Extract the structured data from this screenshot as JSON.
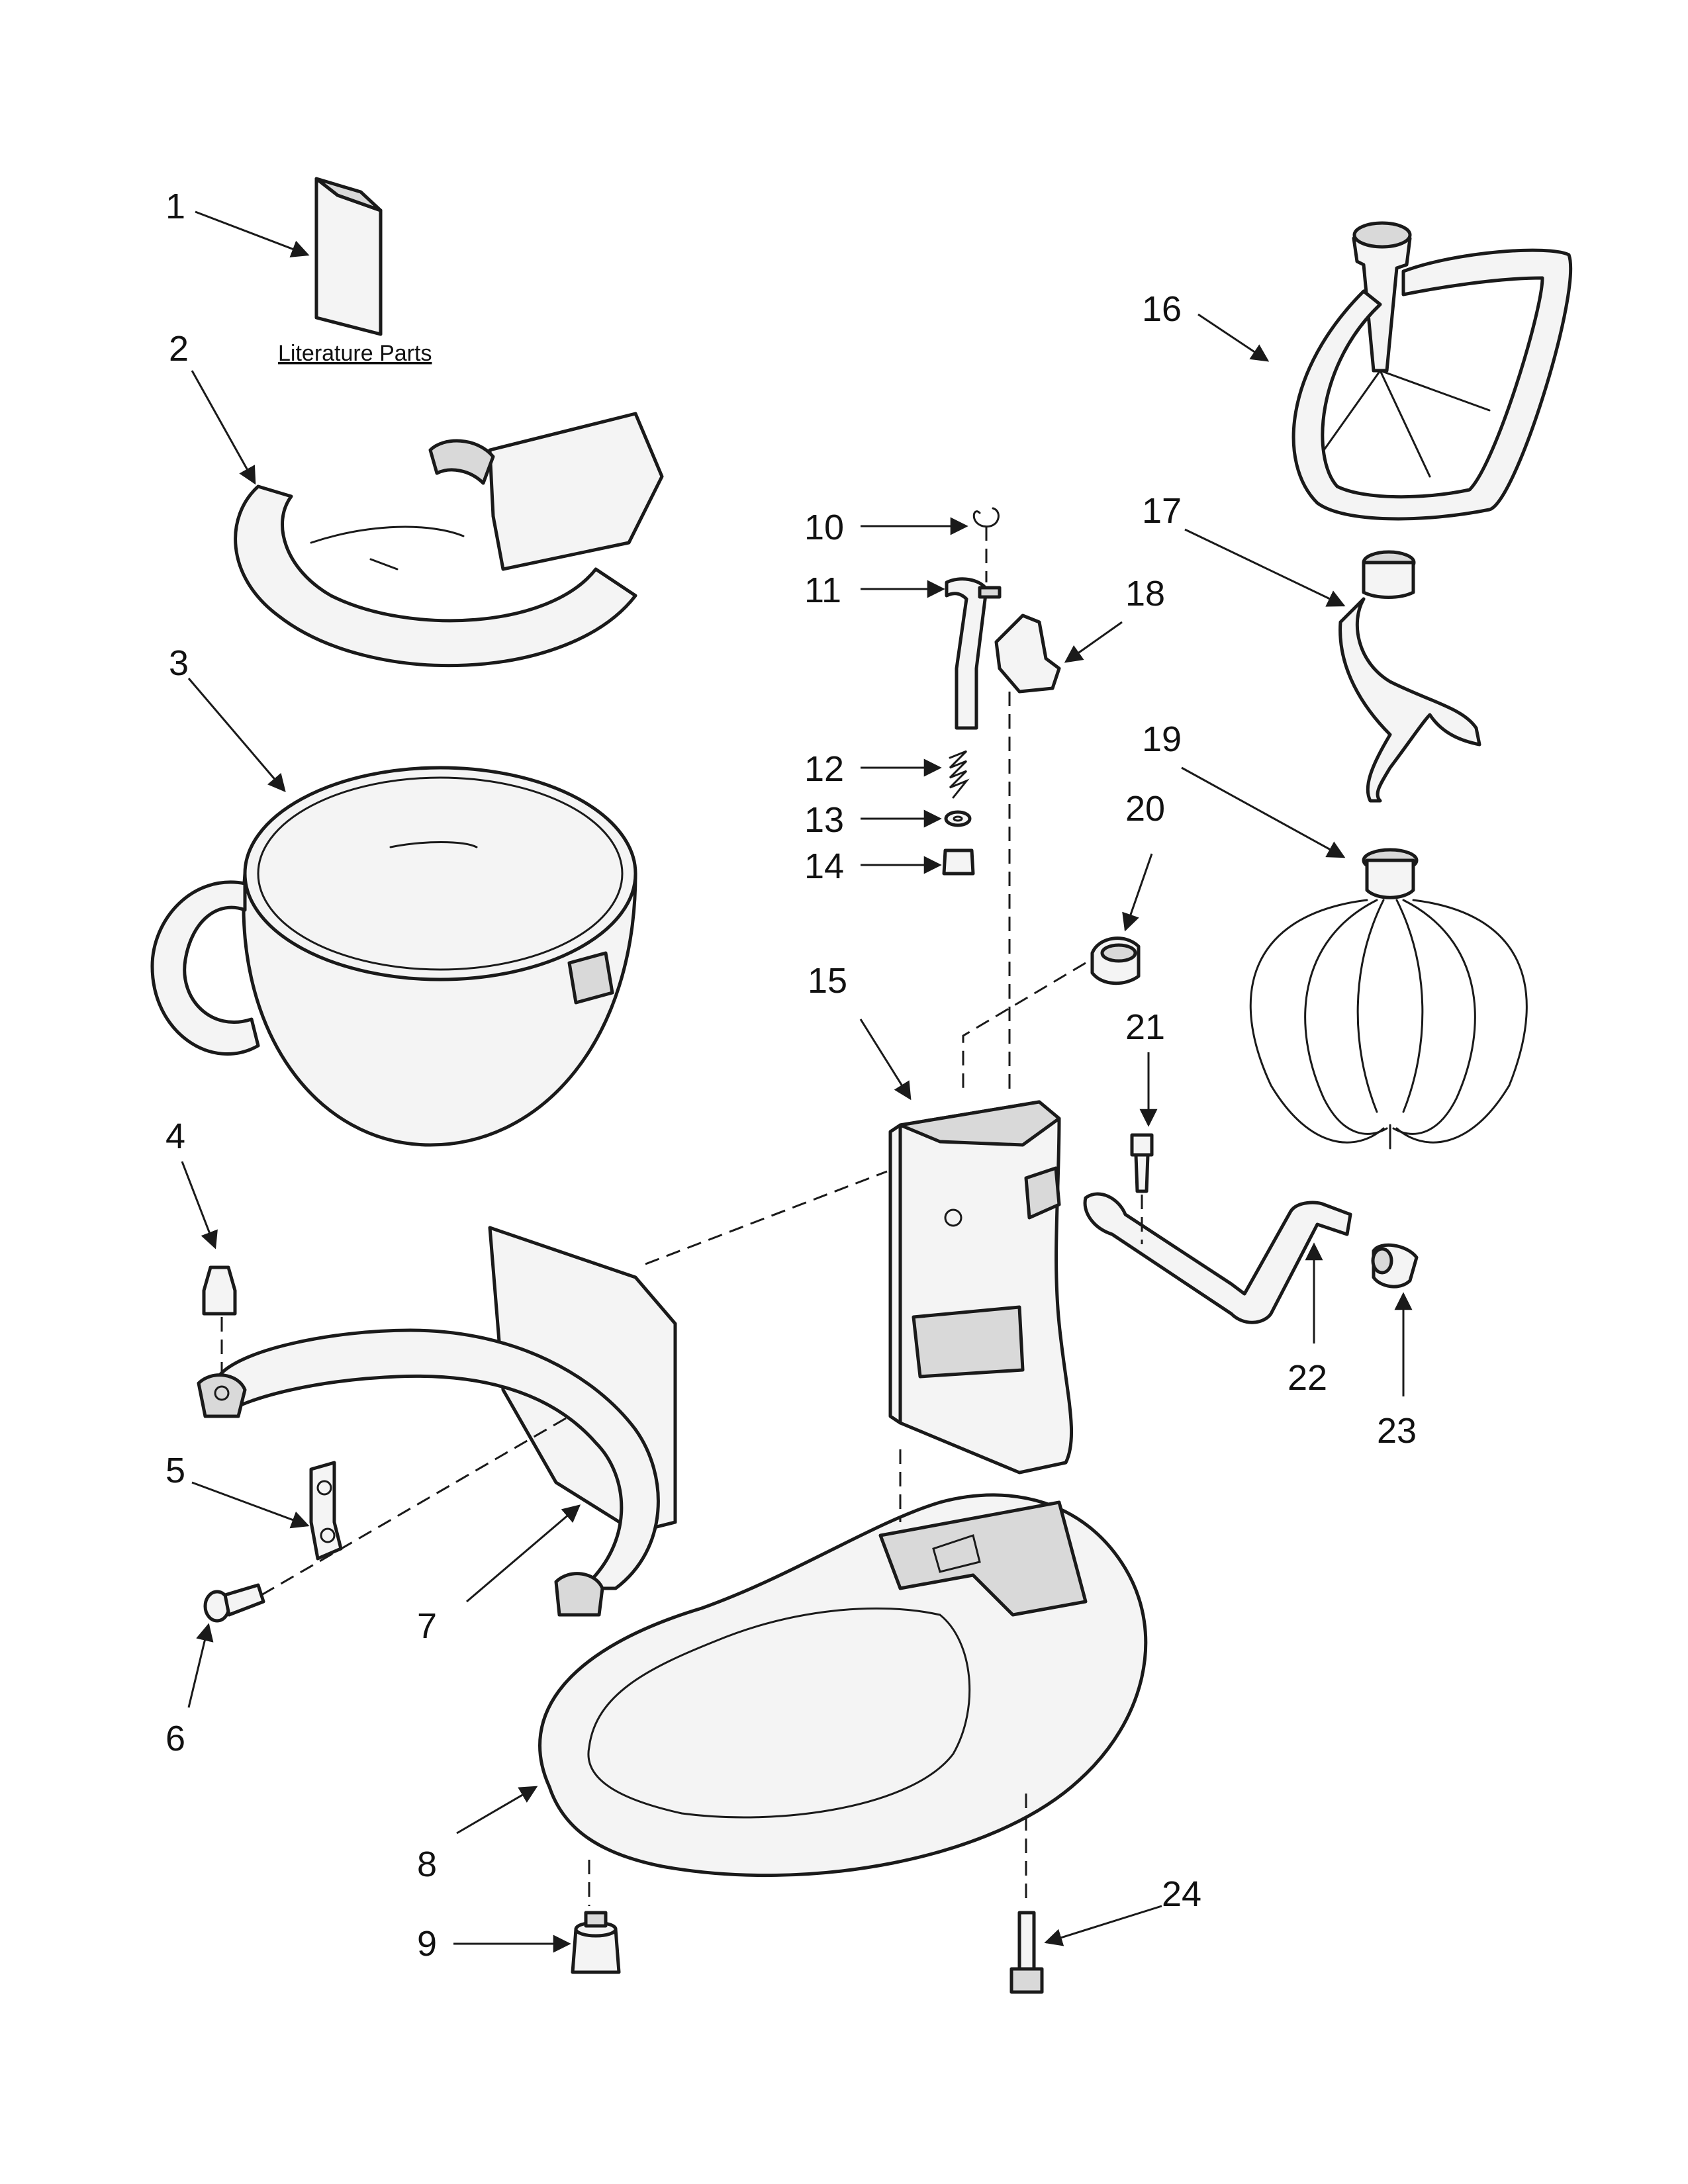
{
  "caption": "Literature Parts",
  "callouts": [
    "1",
    "2",
    "3",
    "4",
    "5",
    "6",
    "7",
    "8",
    "9",
    "10",
    "11",
    "12",
    "13",
    "14",
    "15",
    "16",
    "17",
    "18",
    "19",
    "20",
    "21",
    "22",
    "23",
    "24"
  ]
}
